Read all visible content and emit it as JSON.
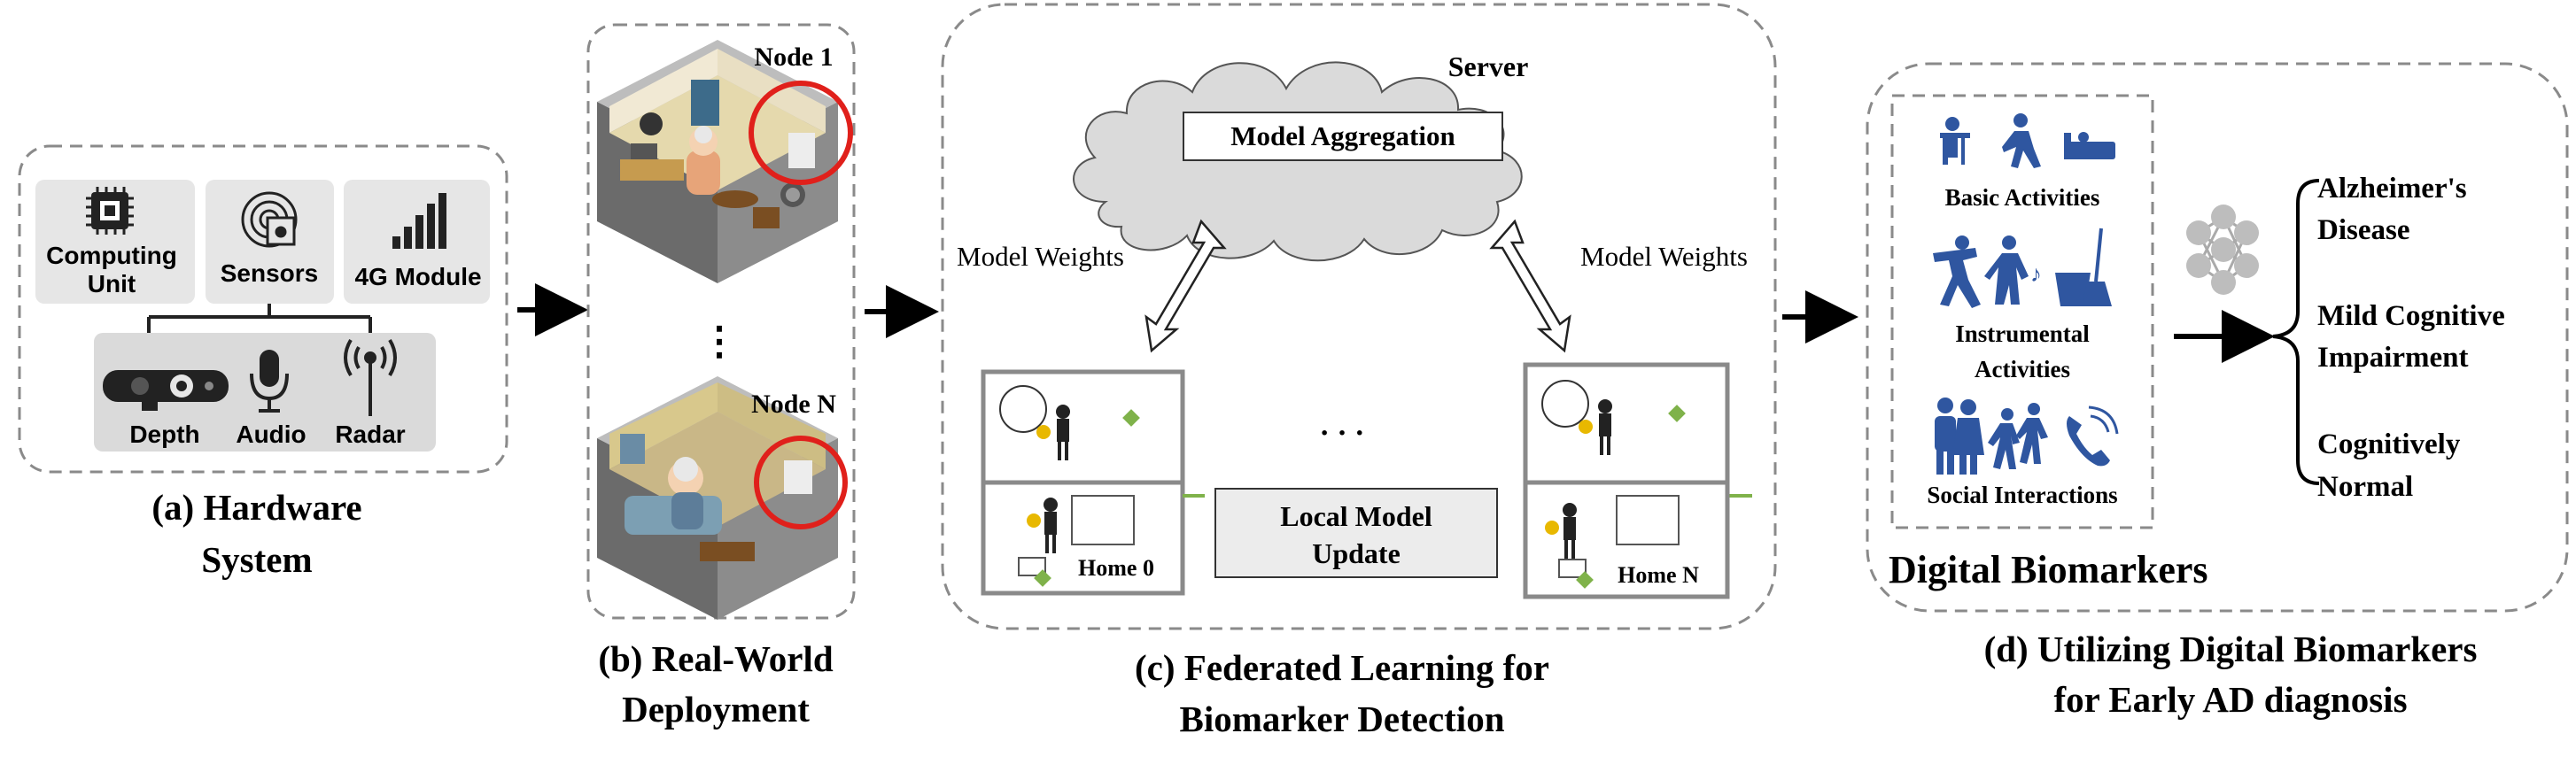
{
  "hardware": {
    "computing_unit": [
      "Computing",
      "Unit"
    ],
    "sensors": "Sensors",
    "module_4g": "4G Module",
    "depth": "Depth",
    "audio": "Audio",
    "radar": "Radar",
    "caption": [
      "(a) Hardware",
      "System"
    ]
  },
  "deployment": {
    "node_1": "Node 1",
    "ellipsis": "⋮",
    "node_n": "Node N",
    "caption": [
      "(b) Real-World",
      "Deployment"
    ]
  },
  "federated": {
    "server": "Server",
    "model_aggregation": "Model Aggregation",
    "weights_left": "Model Weights",
    "weights_right": "Model Weights",
    "dots": "· · ·",
    "local_update": [
      "Local Model",
      "Update"
    ],
    "home_0": "Home 0",
    "home_n": "Home N",
    "caption": [
      "(c) Federated Learning for",
      "Biomarker Detection"
    ]
  },
  "biomarkers": {
    "basic": "Basic Activities",
    "instrumental": [
      "Instrumental",
      "Activities"
    ],
    "social": "Social Interactions",
    "title": "Digital Biomarkers",
    "outcomes": [
      [
        "Alzheimer's",
        "Disease"
      ],
      [
        "Mild Cognitive",
        "Impairment"
      ],
      [
        "Cognitively",
        "Normal"
      ]
    ],
    "caption": [
      "(d) Utilizing Digital Biomarkers",
      "for Early AD diagnosis"
    ]
  },
  "colors": {
    "icon_blue": "#2f56a0",
    "ring_red": "#e0201b",
    "dash_gray": "#8a8a8a",
    "chip_bg": "#e6e6e6",
    "cloud_fill": "#dadada",
    "accent_green": "#7fb24a",
    "accent_yellow": "#e8b800"
  }
}
